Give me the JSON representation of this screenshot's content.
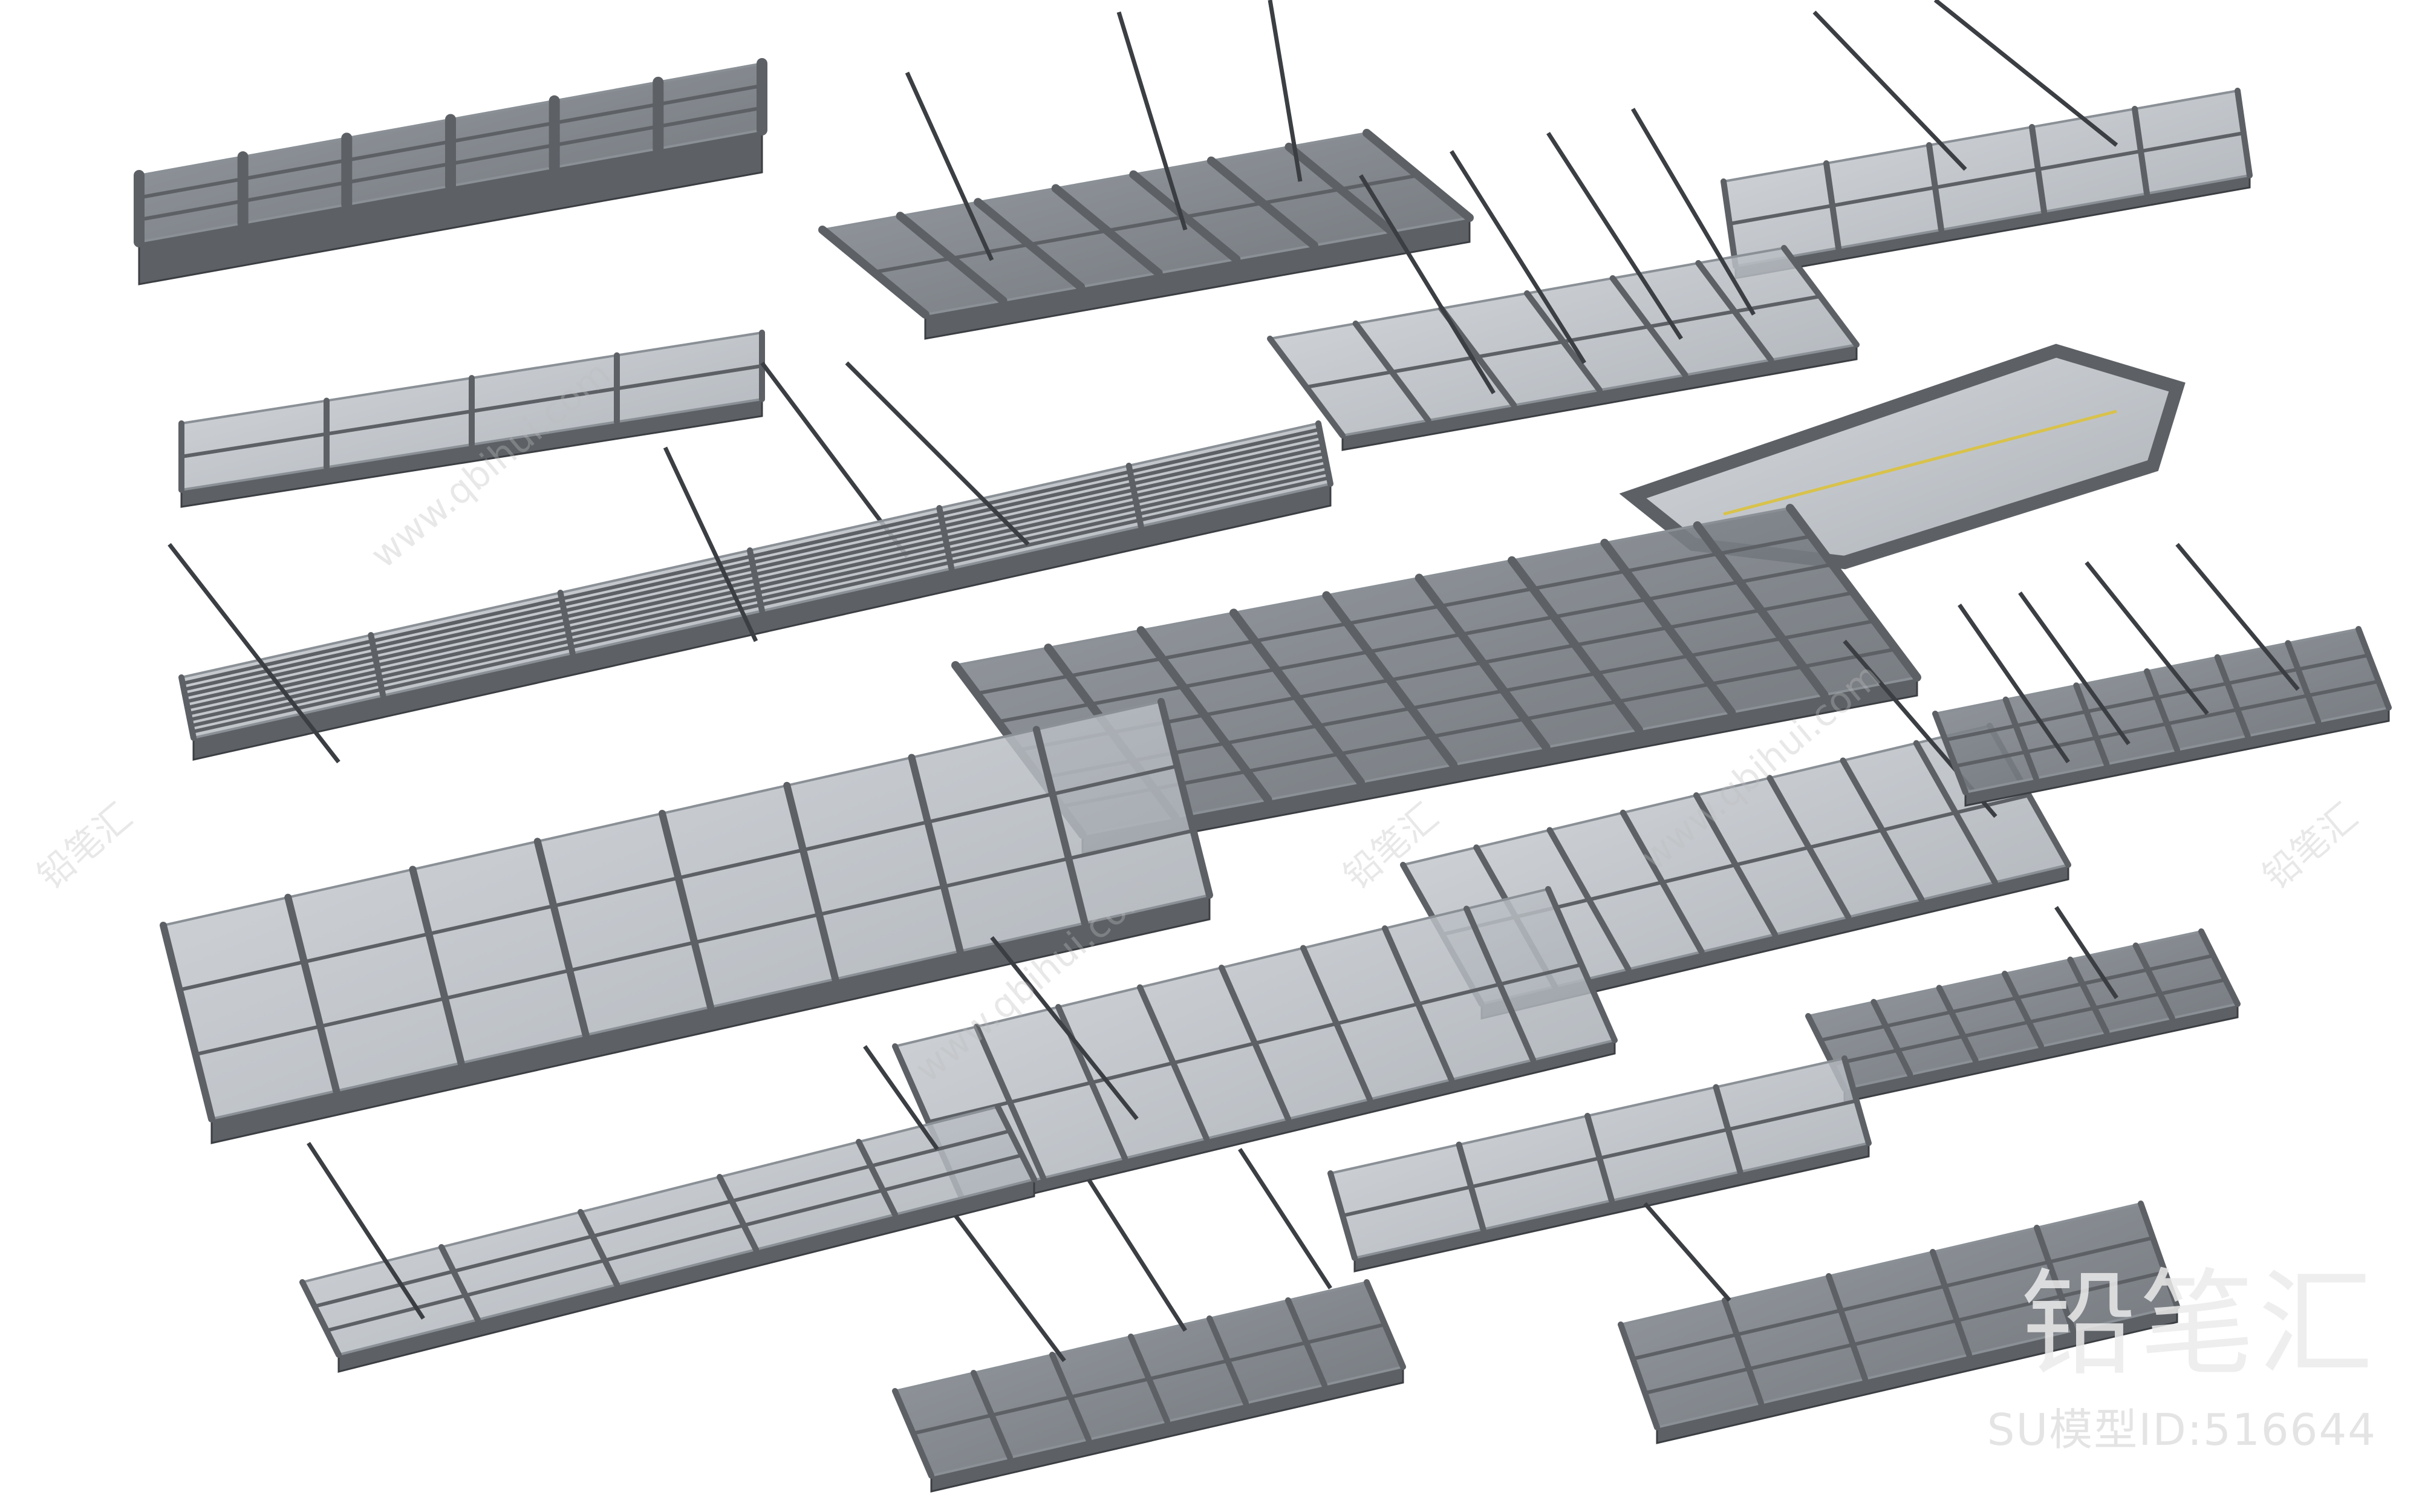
{
  "image": {
    "subject": "glass canopies",
    "colors": {
      "background": "#ffffff",
      "steel": "#5d6166",
      "steel_dark": "#3b3e42",
      "glass": "#b9bec4",
      "glass_edge": "#8a9096",
      "accent_yellow": "#d8c24a"
    }
  },
  "watermark": {
    "brand": "铅笔汇",
    "url": "www.qbihui.com",
    "model_id": "SU模型ID:516644"
  }
}
